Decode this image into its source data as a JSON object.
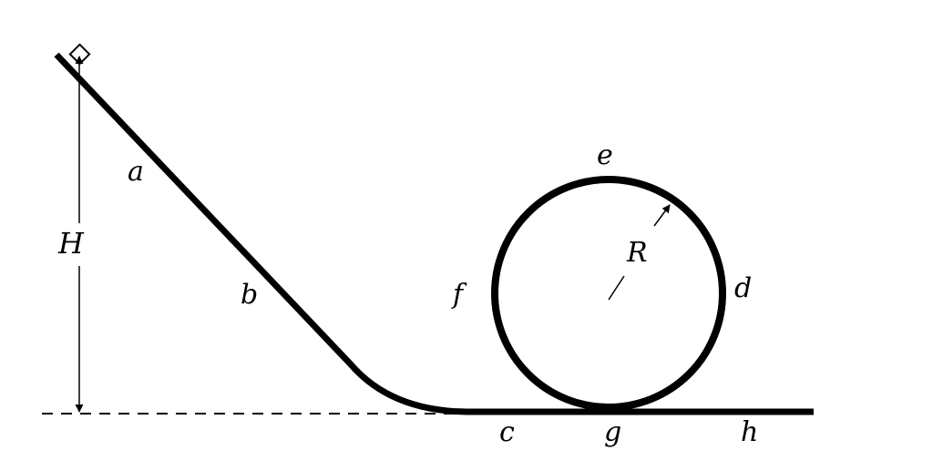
{
  "diagram": {
    "type": "physics-loop-track",
    "description": "Block released from height H slides down incline into a vertical circular loop of radius R",
    "colors": {
      "line": "#000000",
      "background": "#ffffff"
    },
    "labels": {
      "a": "a",
      "b": "b",
      "c": "c",
      "d": "d",
      "e": "e",
      "f": "f",
      "g": "g",
      "h": "h",
      "height": "H",
      "radius": "R"
    },
    "elements": {
      "block": "block-icon",
      "incline": "incline-track",
      "loop": "circular-loop",
      "ground": "ground-track",
      "reference_line": "dashed-baseline",
      "height_arrow": "height-dimension-arrow",
      "radius_arrow": "radius-dimension-arrow"
    }
  }
}
